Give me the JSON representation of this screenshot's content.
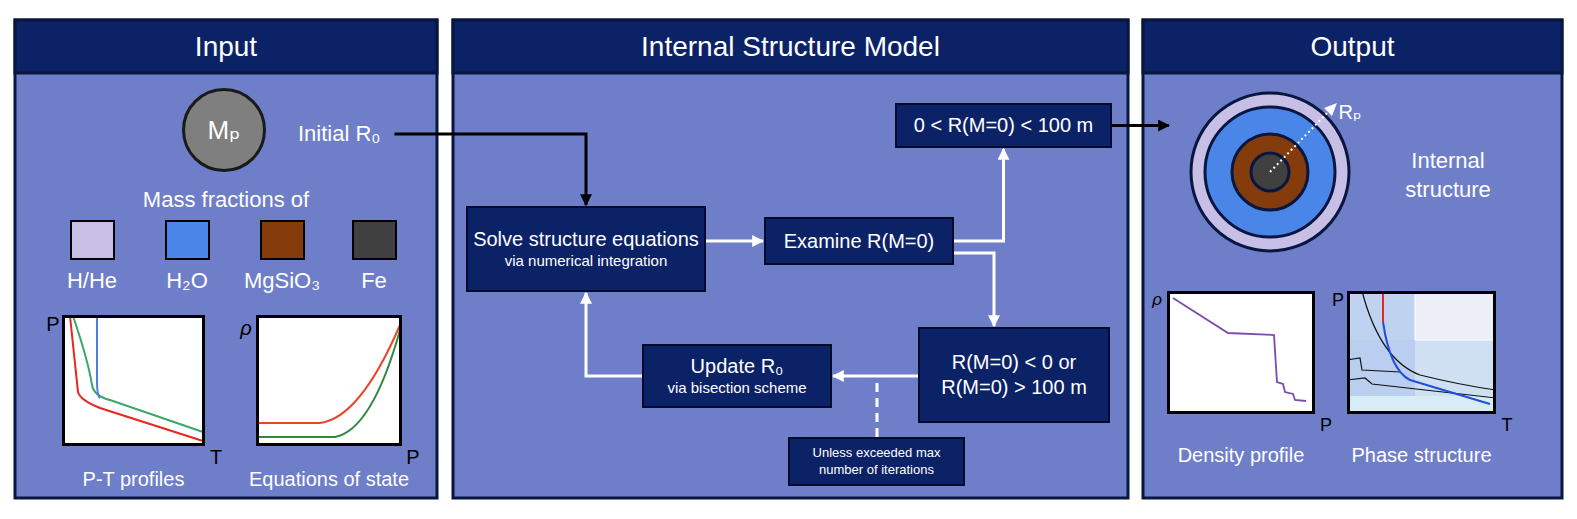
{
  "diagram": {
    "nodes": [
      {
        "text": [
          "Input"
        ]
      },
      {
        "text": [
          "Mₚ"
        ],
        "in": 0
      },
      {
        "text": [
          "P",
          "T",
          "P-T profiles"
        ],
        "in": 0
      },
      {
        "text": [
          "ρ",
          "P",
          "Equations of state"
        ],
        "in": 0
      },
      {
        "text": [
          "Internal Structure Model"
        ]
      },
      {
        "text": [
          "Solve structure equations",
          "via numerical integration"
        ],
        "in": 4
      },
      {
        "text": [
          "Examine R(M=0)"
        ],
        "in": 4
      },
      {
        "text": [
          "0 < R(M=0) < 100 m"
        ],
        "in": 4
      },
      {
        "text": [
          "R(M=0) < 0 or R(M=0) > 100 m"
        ],
        "in": 4
      },
      {
        "text": [
          "Update R₀",
          "via bisection scheme"
        ],
        "in": 4
      },
      {
        "text": [
          "Unless exceeded max number of iterations"
        ],
        "in": 4
      },
      {
        "text": [
          "Output"
        ]
      },
      {
        "text": [
          "ρ",
          "P",
          "Density profile"
        ],
        "in": 11
      },
      {
        "text": [
          "P",
          "T",
          "Phase structure"
        ],
        "in": 11
      }
    ],
    "edges": [
      {
        "from": 0,
        "to": 5,
        "arrow": "to"
      },
      {
        "from": 5,
        "to": 6,
        "arrow": "to"
      },
      {
        "from": 6,
        "to": 7,
        "arrow": "to"
      },
      {
        "from": 6,
        "to": 8,
        "arrow": "to"
      },
      {
        "from": 8,
        "to": 9,
        "arrow": "to"
      },
      {
        "from": 9,
        "to": 5,
        "arrow": "to"
      },
      {
        "from": 7,
        "to": 11,
        "arrow": "to"
      }
    ],
    "labels": [
      "Initial R₀",
      "Mass fractions of",
      "Rₚ",
      "Internal structure"
    ],
    "legend": [
      {
        "text": "H/He",
        "color": "#c8bfe7"
      },
      {
        "text": "H₂O",
        "color": "#4a86e8"
      },
      {
        "text": "MgSiO₃",
        "color": "#843c0c"
      },
      {
        "text": "Fe",
        "color": "#404040"
      }
    ]
  }
}
